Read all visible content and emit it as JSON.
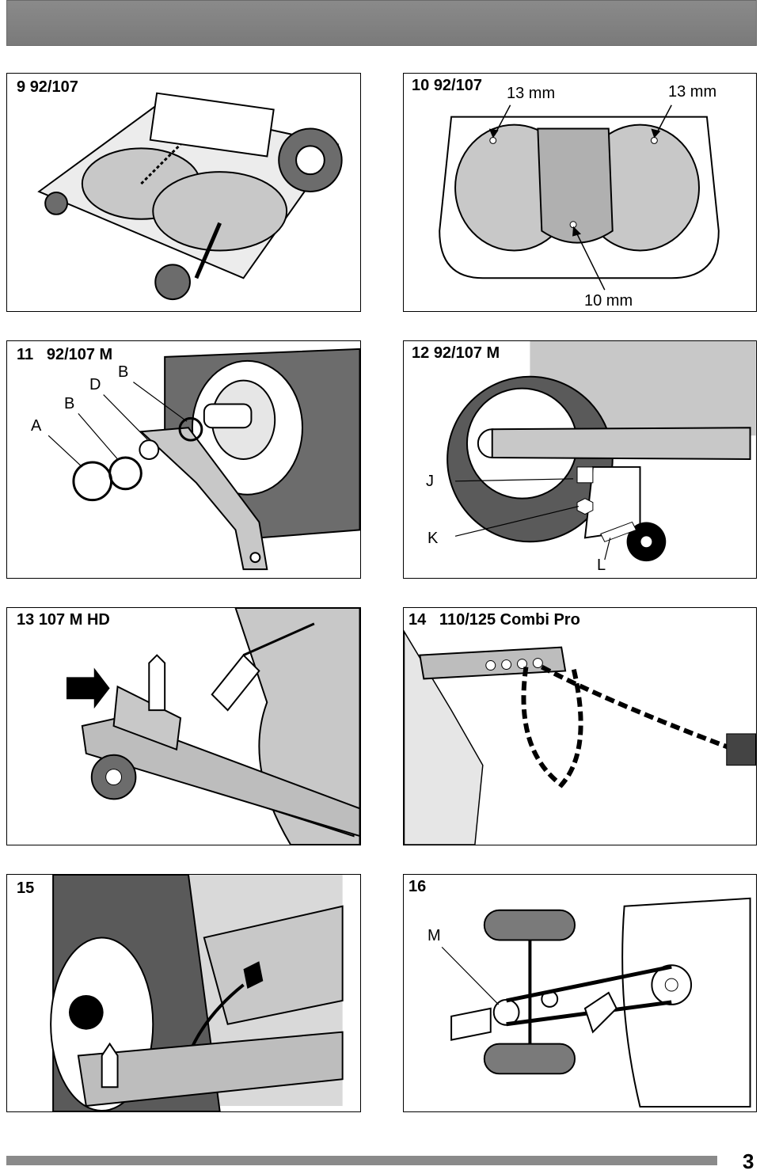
{
  "figures": [
    {
      "number": "9",
      "model": "92/107",
      "callouts": []
    },
    {
      "number": "10",
      "model": "92/107",
      "callouts": [
        "13 mm",
        "13 mm",
        "10 mm"
      ]
    },
    {
      "number": "11",
      "model": "92/107 M",
      "callouts": [
        "B",
        "D",
        "B",
        "A"
      ]
    },
    {
      "number": "12",
      "model": "92/107 M",
      "callouts": [
        "J",
        "K",
        "L"
      ]
    },
    {
      "number": "13",
      "model": "107 M HD",
      "callouts": []
    },
    {
      "number": "14",
      "model": "110/125 Combi Pro",
      "callouts": []
    },
    {
      "number": "15",
      "model": "",
      "callouts": []
    },
    {
      "number": "16",
      "model": "",
      "callouts": [
        "M"
      ]
    }
  ],
  "page_number": "3",
  "colors": {
    "header": "#7f7f7f",
    "footer_rule": "#8a8a8a",
    "illustration_gray": "#c8c8c8",
    "dark_gray": "#8c8c8c"
  }
}
